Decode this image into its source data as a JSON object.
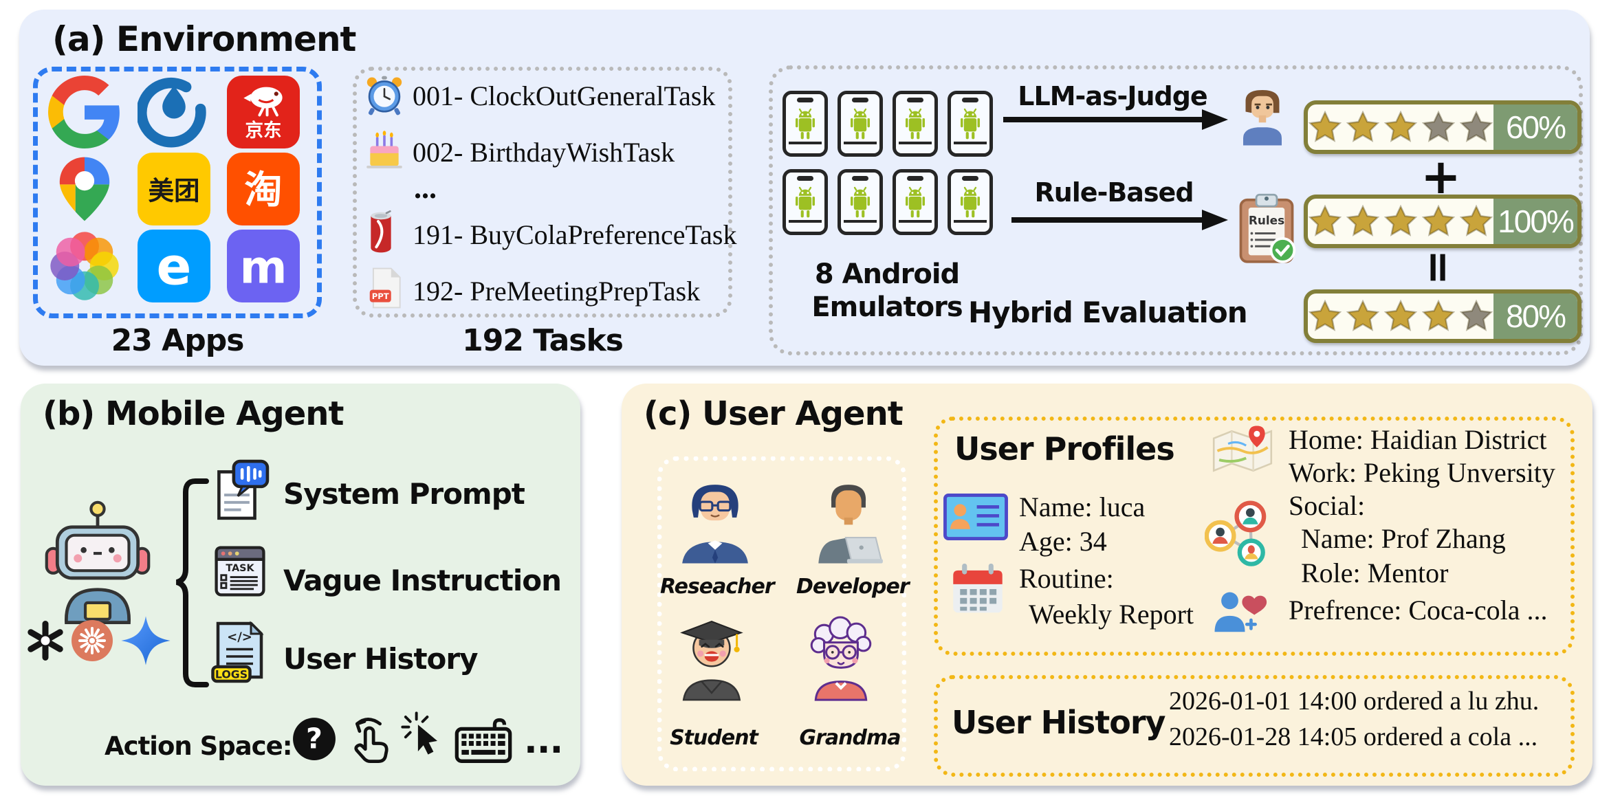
{
  "colors": {
    "panel_a_bg": "#E9EFFC",
    "panel_b_bg": "#E7F2E6",
    "panel_c_bg": "#FBF2DC",
    "apps_border": "#2E7BF0",
    "dotted_gray": "#B9B9B9",
    "dotted_gold": "#F2B716",
    "star_gold": "#C9A43B",
    "star_gray": "#8F897C",
    "bar_green": "#7E9B72",
    "bar_border": "#827F39",
    "android_green": "#9DC023"
  },
  "panel_a": {
    "title": "(a) Environment",
    "apps_caption": "23 Apps",
    "apps": [
      {
        "name": "google"
      },
      {
        "name": "water-drop"
      },
      {
        "name": "jd",
        "glyph": "京东"
      },
      {
        "name": "google-maps"
      },
      {
        "name": "meituan",
        "glyph": "美团"
      },
      {
        "name": "taobao",
        "glyph": "淘"
      },
      {
        "name": "photos"
      },
      {
        "name": "eleme",
        "glyph": "e"
      },
      {
        "name": "mastodon",
        "glyph": "m"
      }
    ],
    "tasks_caption": "192 Tasks",
    "tasks": [
      {
        "icon": "alarm-clock",
        "label": "001- ClockOutGeneralTask"
      },
      {
        "icon": "birthday-cake",
        "label": "002- BirthdayWishTask"
      },
      {
        "icon": "none",
        "label": "..."
      },
      {
        "icon": "cola-can",
        "label": "191- BuyColaPreferenceTask"
      },
      {
        "icon": "ppt-file",
        "label": "192- PreMeetingPrepTask"
      }
    ],
    "ppt_icon_text": "PPT",
    "emulators_line1": "8 Android",
    "emulators_line2": "Emulators",
    "evaluation": {
      "llm_judge_label": "LLM-as-Judge",
      "rule_based_label": "Rule-Based",
      "hybrid_label": "Hybrid Evaluation",
      "plus_sign": "+",
      "equals_sign": "=",
      "rules_icon_text": "Rules",
      "bars": [
        {
          "stars_filled": 3,
          "stars_total": 5,
          "percent": "60%"
        },
        {
          "stars_filled": 5,
          "stars_total": 5,
          "percent": "100%"
        },
        {
          "stars_filled": 4,
          "stars_total": 5,
          "percent": "80%"
        }
      ]
    }
  },
  "panel_b": {
    "title": "(b) Mobile Agent",
    "items": [
      {
        "label": "System Prompt"
      },
      {
        "label": "Vague Instruction"
      },
      {
        "label": "User History"
      }
    ],
    "icon_texts": {
      "task": "TASK",
      "logs": "LOGS",
      "code": "</>"
    },
    "action_space_label": "Action Space:",
    "action_ellipsis": "..."
  },
  "panel_c": {
    "title": "(c) User Agent",
    "personas": [
      {
        "label": "Reseacher"
      },
      {
        "label": "Developer"
      },
      {
        "label": "Student"
      },
      {
        "label": "Grandma"
      }
    ],
    "profiles": {
      "title": "User Profiles",
      "left_items": [
        "Name: luca",
        "Age: 34",
        "Routine:",
        "Weekly Report"
      ],
      "right_items": [
        "Home: Haidian District",
        "Work: Peking Unversity",
        "Social:",
        "Name:  Prof Zhang",
        "Role: Mentor",
        "Prefrence: Coca-cola ..."
      ]
    },
    "history": {
      "title": "User History",
      "lines": [
        "2026-01-01 14:00 ordered a lu zhu.",
        "2026-01-28 14:05 ordered a cola ..."
      ]
    }
  }
}
